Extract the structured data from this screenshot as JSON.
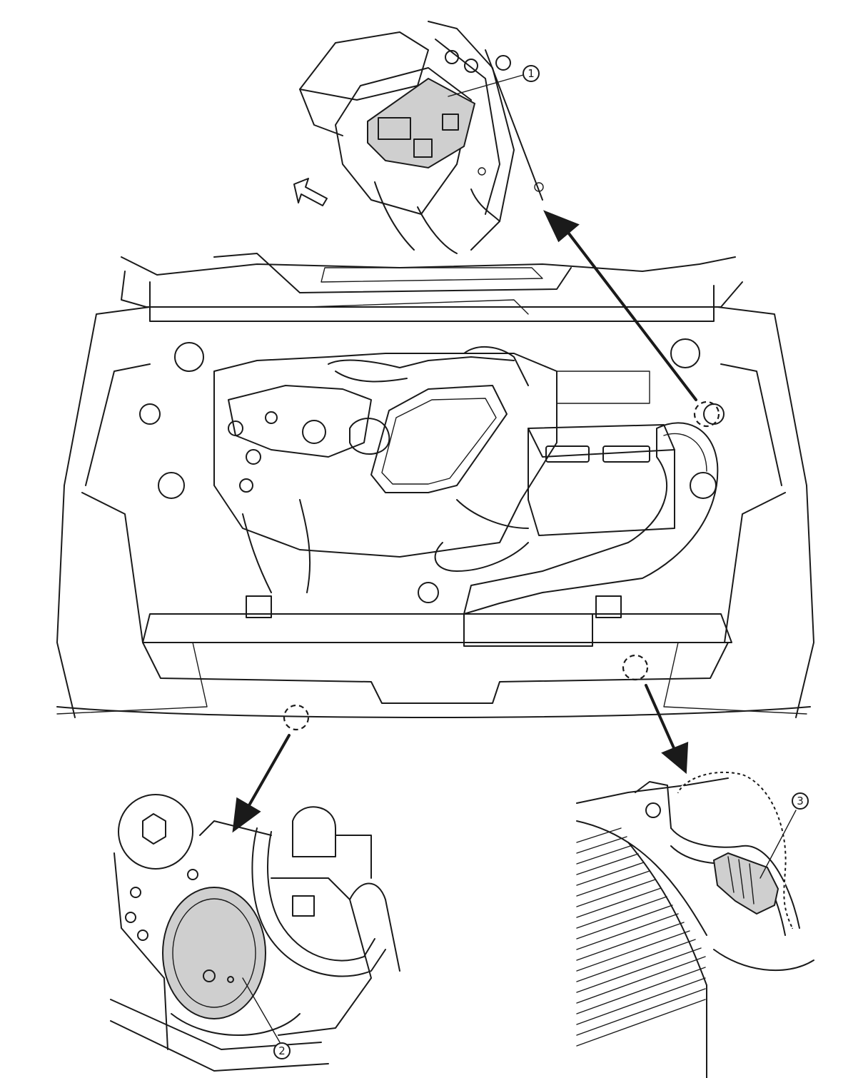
{
  "callouts": [
    {
      "id": "relay-box",
      "label": "1"
    },
    {
      "id": "compressor",
      "label": "2"
    },
    {
      "id": "pressure-sensor",
      "label": "3"
    }
  ],
  "colors": {
    "line": "#1a1a1a",
    "shade": "#cfcfcf",
    "background": "#ffffff"
  }
}
